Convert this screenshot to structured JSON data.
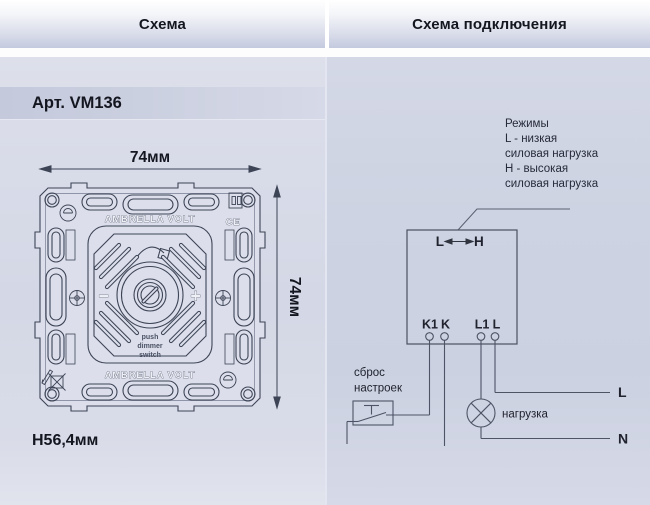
{
  "header": {
    "left_tab": "Схема",
    "right_tab": "Схема подключения"
  },
  "left_panel": {
    "article": "Арт. VM136",
    "dim_width": "74мм",
    "dim_height": "74мм",
    "dim_depth": "H56,4мм",
    "device": {
      "brand_top": "AMBRELLA VOLT",
      "brand_bottom": "AMBRELLA VOLT",
      "knob_line1": "push",
      "knob_line2": "dimmer",
      "knob_line3": "switch",
      "minus": "−",
      "plus": "+",
      "ce_mark": "CE"
    }
  },
  "right_panel": {
    "modes": {
      "title": "Режимы",
      "line1": "L - низкая",
      "line2": "силовая нагрузка",
      "line3": "H - высокая",
      "line4": "силовая нагрузка"
    },
    "schematic": {
      "mode_low": "L",
      "mode_high": "H",
      "terminals": [
        "K1",
        "K",
        "L1",
        "L"
      ],
      "reset_line1": "сброс",
      "reset_line2": "настроек",
      "load_label": "нагрузка",
      "line_label": "L",
      "neutral_label": "N"
    }
  },
  "colors": {
    "panel_left_bg": "#d8dbe8",
    "panel_right_bg": "#cdd3e2",
    "header_gradient_bottom": "#c4cadf",
    "drawing_line": "#3d4456",
    "text": "#14161f"
  }
}
